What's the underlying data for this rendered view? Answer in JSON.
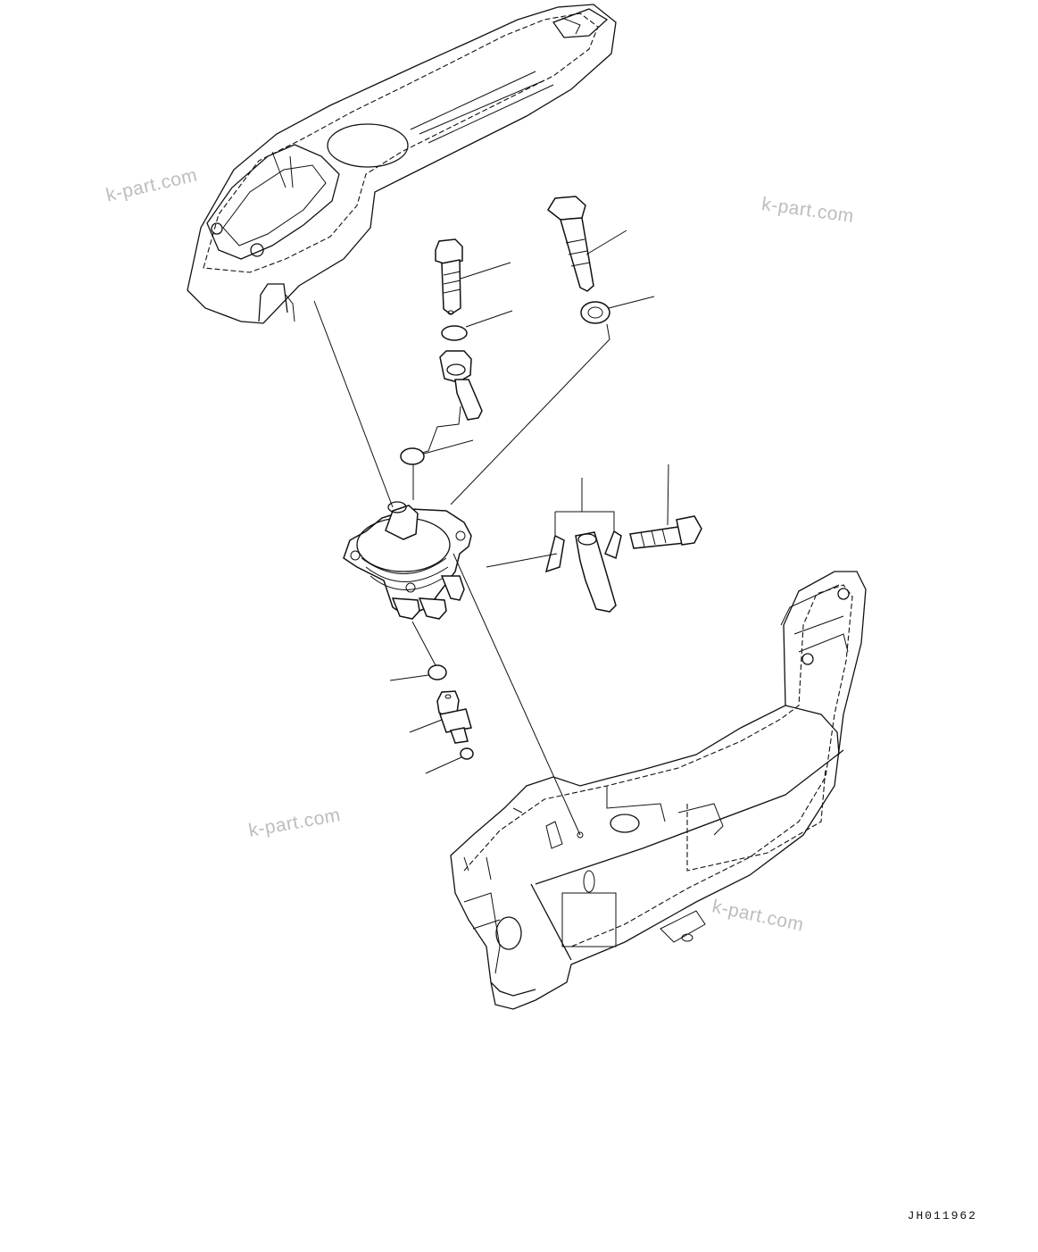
{
  "watermarks": [
    "k-part.com",
    "k-part.com",
    "k-part.com",
    "k-part.com"
  ],
  "drawing_code": "JH011962",
  "colors": {
    "line": "#111111",
    "watermark": "#bdbdbd",
    "background": "#ffffff"
  }
}
